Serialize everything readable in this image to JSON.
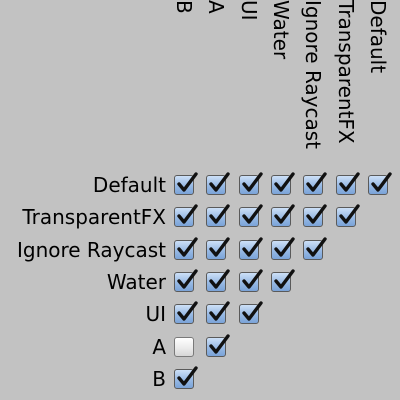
{
  "layers": [
    "Default",
    "TransparentFX",
    "Ignore Raycast",
    "Water",
    "UI",
    "A",
    "B"
  ],
  "column_order": [
    "B",
    "A",
    "UI",
    "Water",
    "Ignore Raycast",
    "TransparentFX",
    "Default"
  ],
  "matrix": [
    [
      true,
      true,
      true,
      true,
      true,
      true,
      true
    ],
    [
      true,
      true,
      true,
      true,
      true,
      true
    ],
    [
      true,
      true,
      true,
      true,
      true
    ],
    [
      true,
      true,
      true,
      true
    ],
    [
      true,
      true,
      true
    ],
    [
      false,
      true
    ],
    [
      true
    ]
  ],
  "icons": {
    "checked": "checkmark-icon"
  },
  "colors": {
    "background": "#c2c2c2",
    "checkbox_fill": "#97b9e4",
    "checkmark": "#111111"
  }
}
